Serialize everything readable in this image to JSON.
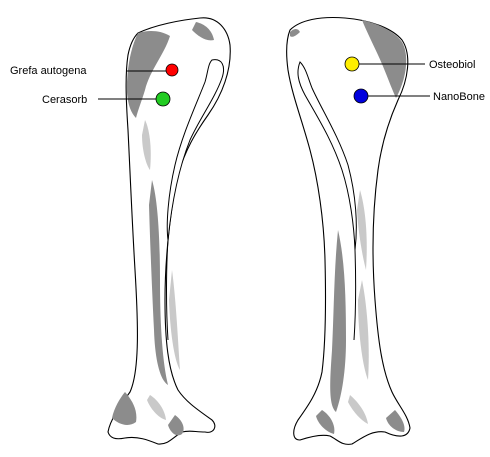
{
  "left_bone": {
    "markers": [
      {
        "id": "grefa",
        "label": "Grefa autogena",
        "color": "#ff0000"
      },
      {
        "id": "cerasorb",
        "label": "Cerasorb",
        "color": "#22cc22"
      }
    ]
  },
  "right_bone": {
    "markers": [
      {
        "id": "osteobiol",
        "label": "Osteobiol",
        "color": "#ffee00"
      },
      {
        "id": "nanobone",
        "label": "NanoBone",
        "color": "#0000dd"
      }
    ]
  }
}
